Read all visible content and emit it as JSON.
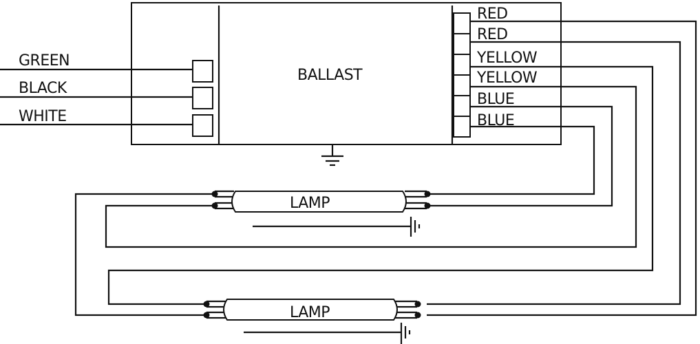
{
  "ballast": {
    "label": "BALLAST"
  },
  "input_wires": [
    {
      "label": "GREEN"
    },
    {
      "label": "BLACK"
    },
    {
      "label": "WHITE"
    }
  ],
  "output_wires": [
    {
      "label": "RED"
    },
    {
      "label": "RED"
    },
    {
      "label": "YELLOW"
    },
    {
      "label": "YELLOW"
    },
    {
      "label": "BLUE"
    },
    {
      "label": "BLUE"
    }
  ],
  "lamps": [
    {
      "label": "LAMP"
    },
    {
      "label": "LAMP"
    }
  ]
}
